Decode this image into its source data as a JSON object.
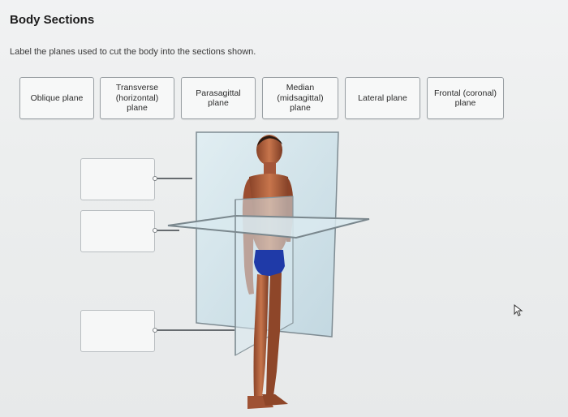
{
  "header": {
    "title": "Body Sections",
    "instruction": "Label the planes used to cut the body into the sections shown."
  },
  "labels": [
    {
      "text": "Oblique plane"
    },
    {
      "text": "Transverse\n(horizontal)\nplane"
    },
    {
      "text": "Parasagittal\nplane"
    },
    {
      "text": "Median\n(midsagittal)\nplane"
    },
    {
      "text": "Lateral plane"
    },
    {
      "text": "Frontal (coronal)\nplane"
    }
  ],
  "drop_targets": [
    {
      "value": ""
    },
    {
      "value": ""
    },
    {
      "value": ""
    }
  ],
  "illustration": {
    "icon": "human-body-section-planes-illustration"
  },
  "colors": {
    "page_bg": "#eceeee",
    "chip_border": "#9aa0a4",
    "plane_fill": "#c8dde6",
    "shorts": "#1f3aa8",
    "skin": "#b8653f"
  }
}
